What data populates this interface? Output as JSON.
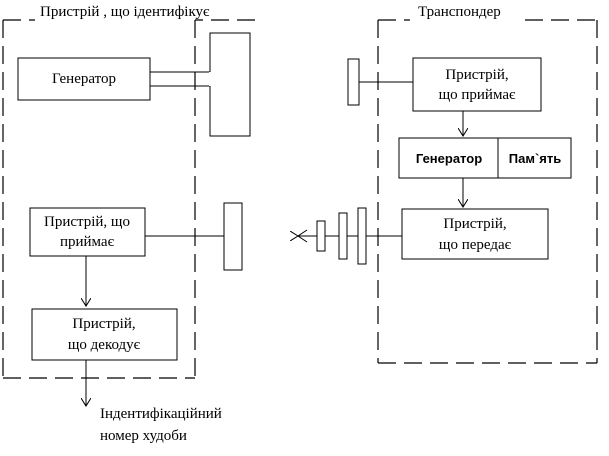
{
  "identifier": {
    "title": "Пристрій , що ідентифікує",
    "generator": "Генератор",
    "receiver": [
      "Пристрій, що",
      "приймає"
    ],
    "decoder": [
      "Пристрій,",
      "що декодує"
    ],
    "output_label": [
      "Індентифікаційний",
      "номер худоби"
    ]
  },
  "transponder": {
    "title": "Транспондер",
    "receiver": [
      "Пристрій,",
      "що приймає"
    ],
    "generator": "Генератор",
    "memory": "Пам`ять",
    "transmitter": [
      "Пристрій,",
      "що передає"
    ]
  }
}
